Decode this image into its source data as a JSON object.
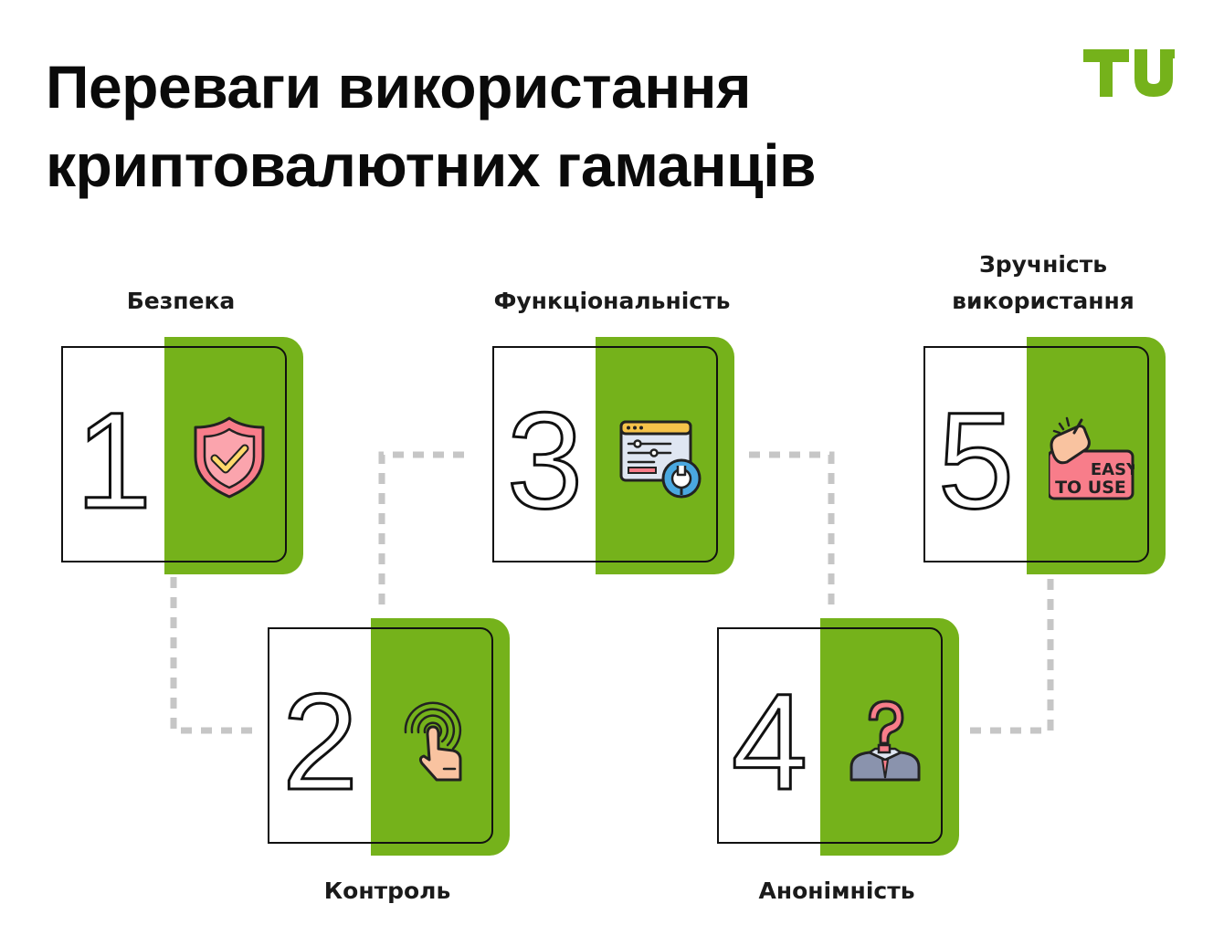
{
  "title": {
    "line1": "Переваги використання",
    "line2": "криптовалютних гаманців"
  },
  "logo": {
    "brand_color": "#75b21b"
  },
  "colors": {
    "accent": "#75b21b",
    "connector": "#c6c6c6",
    "border": "#111111"
  },
  "steps": [
    {
      "number": "1",
      "label": "Безпека",
      "icon": "shield-check-icon"
    },
    {
      "number": "2",
      "label": "Контроль",
      "icon": "fingerprint-touch-icon"
    },
    {
      "number": "3",
      "label": "Функціональність",
      "icon": "settings-window-icon"
    },
    {
      "number": "4",
      "label": "Анонімність",
      "icon": "anonymous-person-icon"
    },
    {
      "number": "5",
      "label_line1": "Зручність",
      "label_line2": "використання",
      "icon": "easy-to-use-icon",
      "badge_line1": "EASY",
      "badge_line2": "TO USE"
    }
  ]
}
